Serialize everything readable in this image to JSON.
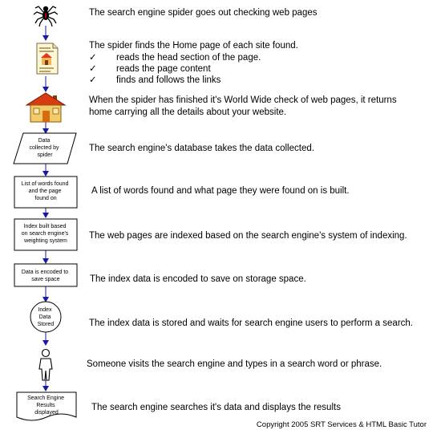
{
  "steps": [
    {
      "text": "The search engine spider goes out checking web pages"
    },
    {
      "text": "The spider finds the Home page of each site found.",
      "bullets": [
        "reads the head section of the page.",
        "reads the page content",
        "finds and follows the links"
      ]
    },
    {
      "text_lines": [
        "When the spider has finished it's World Wide check of web pages,  it returns",
        "home carrying all the details about your website."
      ]
    },
    {
      "node_lines": [
        "Data",
        "collected by",
        "spider"
      ],
      "text": "The search engine's database takes the data collected."
    },
    {
      "node_lines": [
        "List of words found",
        "and the page",
        "found on"
      ],
      "text": "A list of words found and what page they were found on is built."
    },
    {
      "node_lines": [
        "Index built based",
        "on search engine's",
        "weighting system"
      ],
      "text": "The web pages are indexed based on the search engine's system of indexing."
    },
    {
      "node_lines": [
        "Data is encoded to",
        "save space"
      ],
      "text": "The index data is encoded to save on storage space."
    },
    {
      "node_lines": [
        "Index",
        "Data",
        "Stored"
      ],
      "text": "The index data is stored and waits for search engine users to perform a search."
    },
    {
      "text": "Someone visits the search engine and types in a search word or phrase."
    },
    {
      "node_lines": [
        "Search Engine",
        "Results",
        "displayed"
      ],
      "text": "The search engine searches it's data and displays the results"
    }
  ],
  "bullet_mark": "✓",
  "copyright": "Copyright 2005 SRT Services & HTML Basic Tutor"
}
